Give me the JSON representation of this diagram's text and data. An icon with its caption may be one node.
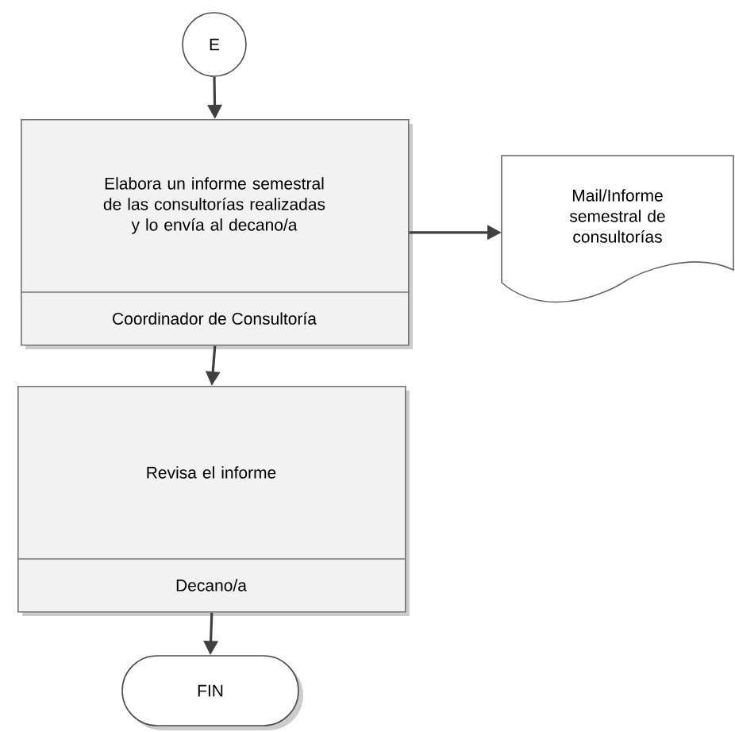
{
  "diagram": {
    "nodes": [
      {
        "text": [
          "E"
        ]
      },
      {
        "text": [
          "Elabora un informe semestral de las consultorías realizadas y lo envía al decano/a",
          "Coordinador de Consultoría"
        ]
      },
      {
        "text": [
          "Mail/Informe semestral de consultorías"
        ]
      },
      {
        "text": [
          "Revisa el informe",
          "Decano/a"
        ]
      },
      {
        "text": [
          "FIN"
        ]
      }
    ],
    "edges": [
      {
        "from": 0,
        "to": 1,
        "arrow": "to"
      },
      {
        "from": 1,
        "to": 2,
        "arrow": "to"
      },
      {
        "from": 1,
        "to": 3,
        "arrow": "to"
      },
      {
        "from": 3,
        "to": 4,
        "arrow": "to"
      }
    ]
  }
}
